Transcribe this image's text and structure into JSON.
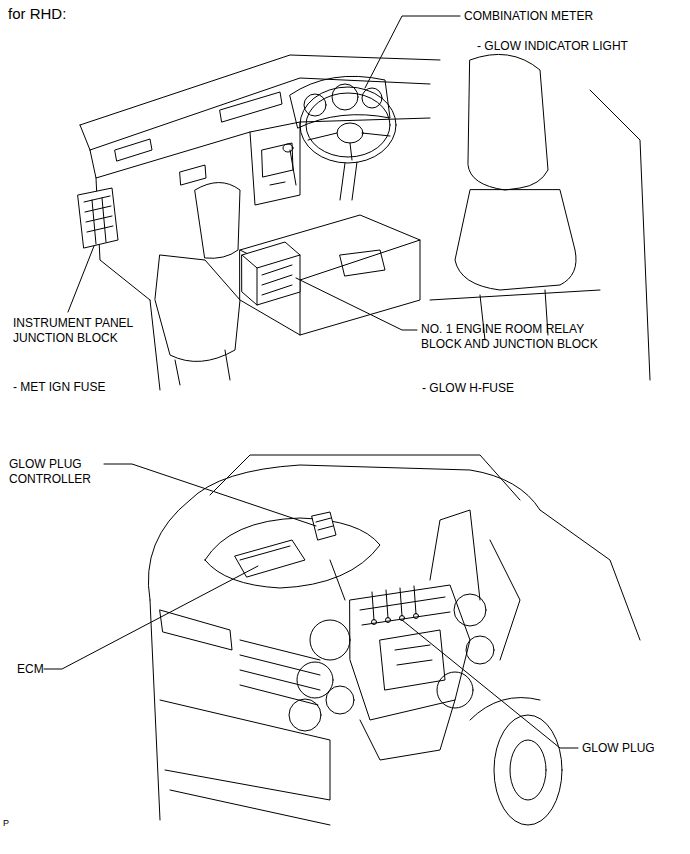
{
  "diagram": {
    "title": "for RHD:",
    "labels": [
      "COMBINATION METER",
      "- GLOW INDICATOR LIGHT",
      "INSTRUMENT PANEL JUNCTION BLOCK",
      "- MET IGN FUSE",
      "NO. 1 ENGINE ROOM RELAY BLOCK AND JUNCTION BLOCK",
      "- GLOW H-FUSE",
      "GLOW PLUG CONTROLLER",
      "ECM",
      "GLOW PLUG",
      "P"
    ]
  }
}
